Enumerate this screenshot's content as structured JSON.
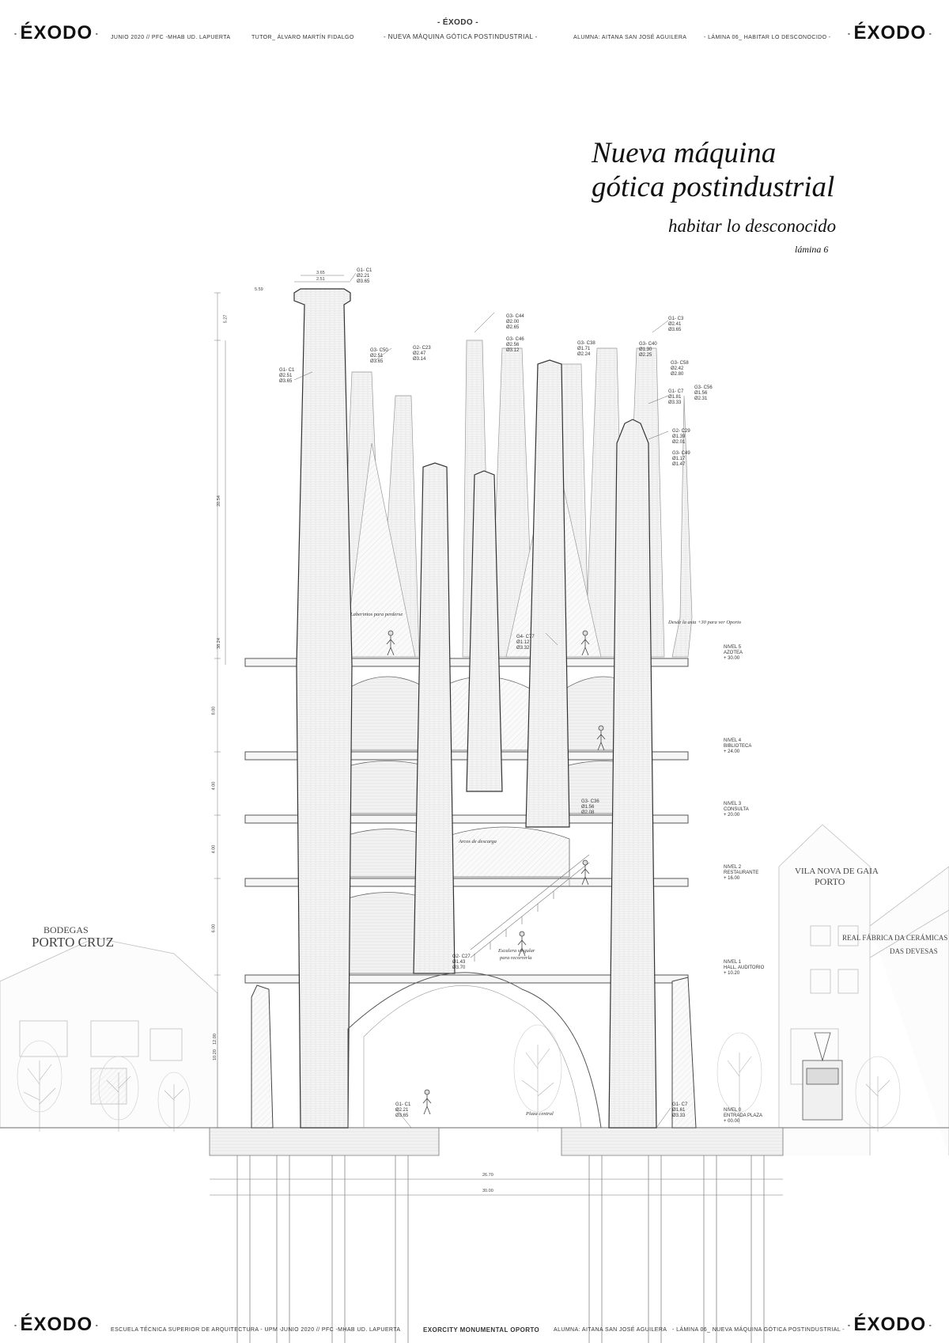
{
  "header": {
    "brand": "ÉXODO",
    "date_pfc": "JUNIO 2020 // PFC -MHAB UD. LAPUERTA",
    "tutor": "TUTOR_ ÁLVARO MARTÍN FIDALGO",
    "center_top": "- ÉXODO -",
    "center_sub": "- NUEVA MÁQUINA GÓTICA POSTINDUSTRIAL -",
    "alumna": "ALUMNA: AITANA SAN JOSÉ AGUILERA",
    "lamina": "- LÁMINA 06_ HABITAR LO DESCONOCIDO -"
  },
  "footer": {
    "brand": "ÉXODO",
    "school": "ESCUELA TÉCNICA SUPERIOR DE ARQUITECTURA - UPM -",
    "date_pfc": "JUNIO 2020 // PFC -MHAB UD. LAPUERTA",
    "project": "EXORCITY MONUMENTAL OPORTO",
    "alumna": "ALUMNA: AITANA SAN JOSÉ AGUILERA",
    "lamina": "- LÁMINA 06_ NUEVA MÁQUINA GÓTICA POSTINDUSTRIAL -"
  },
  "title": {
    "line1": "Nueva máquina",
    "line2": "gótica postindustrial",
    "subtitle": "habitar lo desconocido",
    "sheet": "lámina 6"
  },
  "context": {
    "left_building_1": "BODEGAS",
    "left_building_2": "PORTO CRUZ",
    "right_building_1": "VILA NOVA DE GAIA",
    "right_building_2": "PORTO",
    "right_factory_1": "REAL FÁBRICA DA CERÁMICAS",
    "right_factory_2": "DAS DEVESAS"
  },
  "levels": [
    {
      "name": "NIVEL 5",
      "use": "AZOTEA",
      "height": "+ 30.00"
    },
    {
      "name": "NIVEL 4",
      "use": "BIBLIOTECA",
      "height": "+ 24.00"
    },
    {
      "name": "NIVEL 3",
      "use": "CONSULTA",
      "height": "+ 20.00"
    },
    {
      "name": "NIVEL 2",
      "use": "RESTAURANTE",
      "height": "+ 16.00"
    },
    {
      "name": "NIVEL 1",
      "use": "HALL, AUDITORIO",
      "height": "+ 10.20"
    },
    {
      "name": "NIVEL 0",
      "use": "ENTRADA PLAZA",
      "height": "+ 00.00"
    }
  ],
  "notes": {
    "laberintos": "Laberintos para perderse",
    "asta": "Desde la asta +30 para ver Oporto",
    "arcos": "Arcos de descarga",
    "escalera": "Escalera singular",
    "escalera2": "para recorrerla",
    "plaza": "Plaza central"
  },
  "chimney_codes": [
    {
      "code": "G1- C1",
      "d1": "Ø2.21",
      "d2": "Ø3.65"
    },
    {
      "code": "G1- C1",
      "d1": "Ø2.51",
      "d2": "Ø3.65"
    },
    {
      "code": "G3- C44",
      "d1": "Ø2.00",
      "d2": "Ø2.65"
    },
    {
      "code": "G3- C50",
      "d1": "Ø2.51",
      "d2": "Ø3.65"
    },
    {
      "code": "G2- C23",
      "d1": "Ø2.47",
      "d2": "Ø3.14"
    },
    {
      "code": "G3- C46",
      "d1": "Ø2.56",
      "d2": "Ø3.12"
    },
    {
      "code": "G3- C38",
      "d1": "Ø1.71",
      "d2": "Ø2.24"
    },
    {
      "code": "G1- C3",
      "d1": "Ø2.41",
      "d2": "Ø3.65"
    },
    {
      "code": "G3- C40",
      "d1": "Ø1.30",
      "d2": "Ø2.25"
    },
    {
      "code": "G3- C58",
      "d1": "Ø2.42",
      "d2": "Ø2.80"
    },
    {
      "code": "G3- C56",
      "d1": "Ø1.56",
      "d2": "Ø2.31"
    },
    {
      "code": "G1- C7",
      "d1": "Ø1.81",
      "d2": "Ø3.33"
    },
    {
      "code": "G2- C29",
      "d1": "Ø1.39",
      "d2": "Ø2.01"
    },
    {
      "code": "G3- C49",
      "d1": "Ø1.17",
      "d2": "Ø1.47"
    },
    {
      "code": "G4- C77",
      "d1": "Ø1.12",
      "d2": "Ø3.32"
    },
    {
      "code": "G3- C36",
      "d1": "Ø1.56",
      "d2": "Ø2.08"
    },
    {
      "code": "G2- C27",
      "d1": "Ø1.43",
      "d2": "Ø3.70"
    },
    {
      "code": "G1- C1",
      "d1": "Ø2.21",
      "d2": "Ø3.65"
    },
    {
      "code": "G1- C7",
      "d1": "Ø1.61",
      "d2": "Ø3.33"
    }
  ],
  "dimensions": {
    "top1": "3.65",
    "top2": "2.51",
    "side_top": "5.59",
    "side_1": "5.27",
    "side_2": "20.54",
    "side_3": "38.24",
    "side_4": "8.00",
    "side_5": "4.00",
    "side_6": "4.00",
    "side_7": "6.00",
    "side_8": "12.00",
    "side_9": "10.20",
    "base_1": "26.70",
    "base_2": "30.00"
  }
}
